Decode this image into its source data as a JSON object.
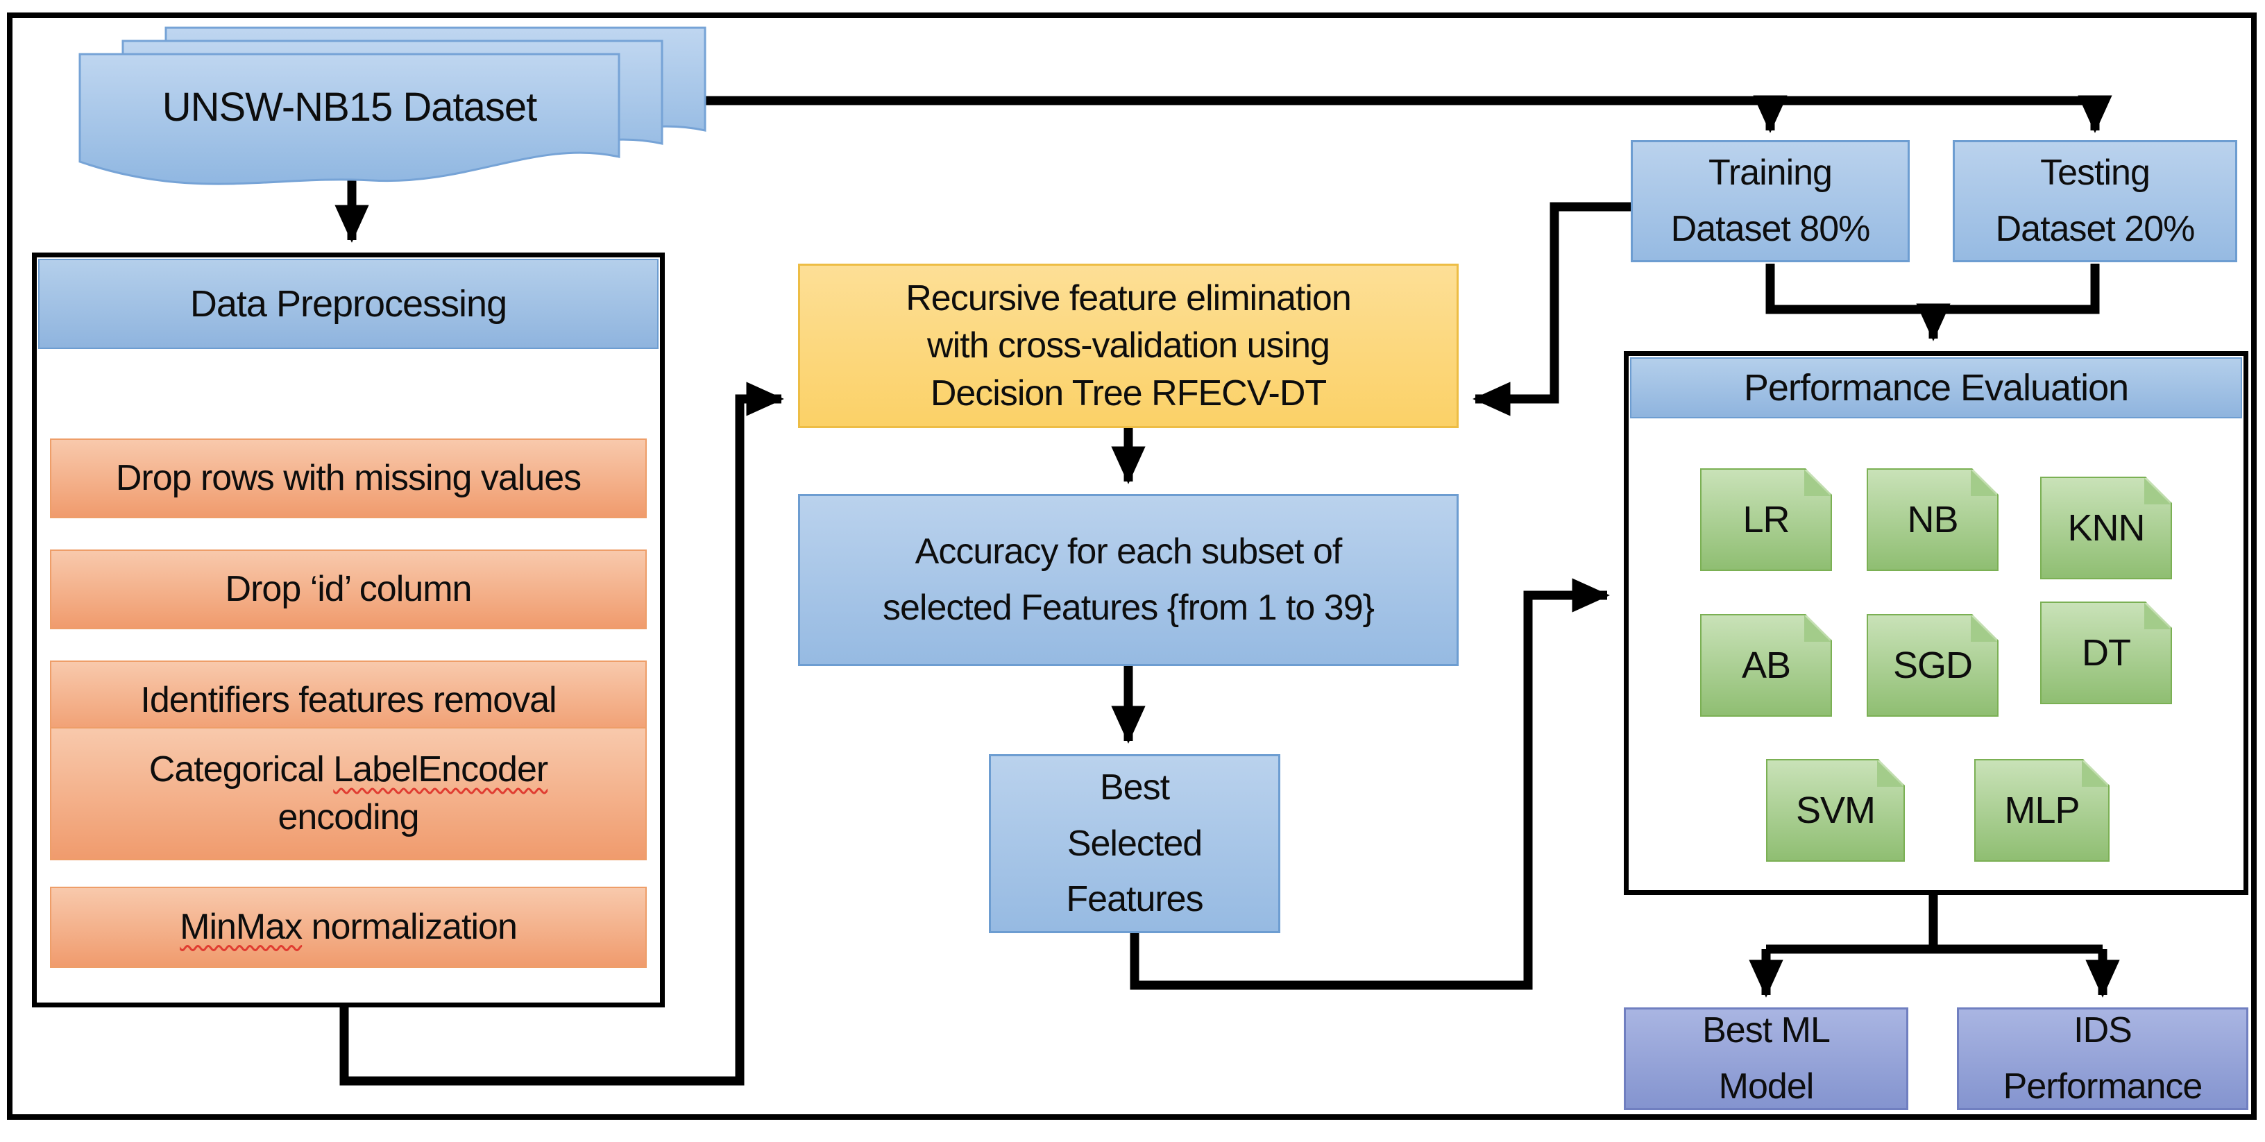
{
  "dataset": {
    "label": "UNSW-NB15 Dataset"
  },
  "preprocessing": {
    "header": "Data Preprocessing",
    "steps": [
      {
        "text": "Drop rows with missing values"
      },
      {
        "text": "Drop ‘id’ column"
      },
      {
        "text": "Identifiers features removal"
      },
      {
        "line1_pre": "Categorical ",
        "line1_flagged": "LabelEncoder",
        "line2": "encoding"
      },
      {
        "flagged": "MinMax",
        "after": " normalization"
      }
    ]
  },
  "rfecv": {
    "lines": [
      "Recursive feature elimination",
      "with cross-validation using",
      "Decision Tree RFECV-DT"
    ]
  },
  "accuracy": {
    "lines": [
      "Accuracy for each subset of",
      "selected Features {from 1 to 39}"
    ]
  },
  "best_features": {
    "lines": [
      "Best",
      "Selected",
      "Features"
    ]
  },
  "split": {
    "training": {
      "lines": [
        "Training",
        "Dataset 80%"
      ]
    },
    "testing": {
      "lines": [
        "Testing",
        "Dataset 20%"
      ]
    }
  },
  "evaluation": {
    "header": "Performance Evaluation",
    "models": [
      "LR",
      "NB",
      "KNN",
      "AB",
      "SGD",
      "DT",
      "SVM",
      "MLP"
    ]
  },
  "outputs": {
    "best_model": {
      "lines": [
        "Best ML",
        "Model"
      ]
    },
    "ids_performance": {
      "lines": [
        "IDS",
        "Performance"
      ]
    }
  },
  "colors": {
    "box_blue": "#96bae2",
    "box_orange": "#f09b6d",
    "box_yellow": "#fbd167",
    "box_green": "#8fbe72",
    "box_purple": "#8494cf",
    "connector": "#000000",
    "spellcheck_underline": "#e03c31"
  }
}
